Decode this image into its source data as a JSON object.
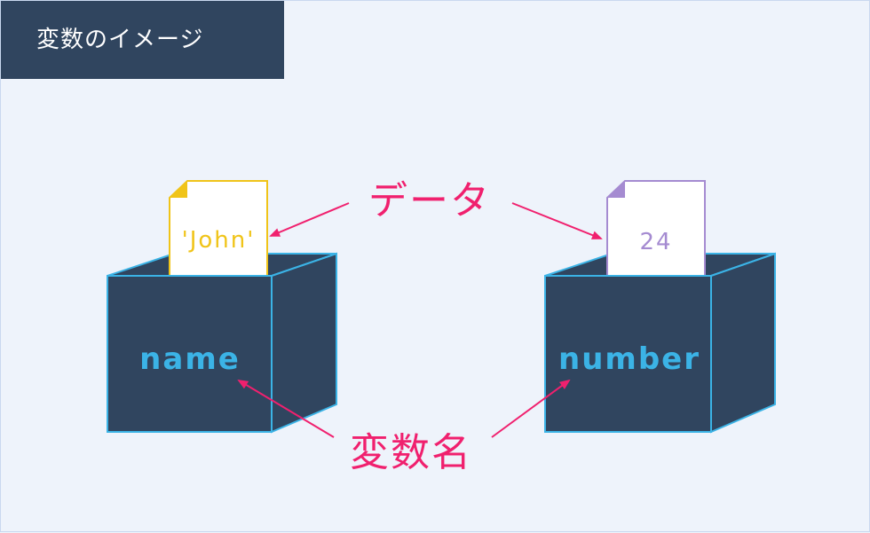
{
  "title": "変数のイメージ",
  "annotations": {
    "data_label": "データ",
    "variable_name_label": "変数名"
  },
  "variables": [
    {
      "name": "name",
      "value": "'John'"
    },
    {
      "name": "number",
      "value": "24"
    }
  ],
  "colors": {
    "background": "#eef3fb",
    "title_bg": "#30455f",
    "box_fill": "#30455f",
    "box_stroke": "#3bb3e6",
    "variable_text": "#3bb3e6",
    "string_doc": "#f0c419",
    "number_doc": "#a58bd1",
    "annotation": "#f0206e"
  }
}
